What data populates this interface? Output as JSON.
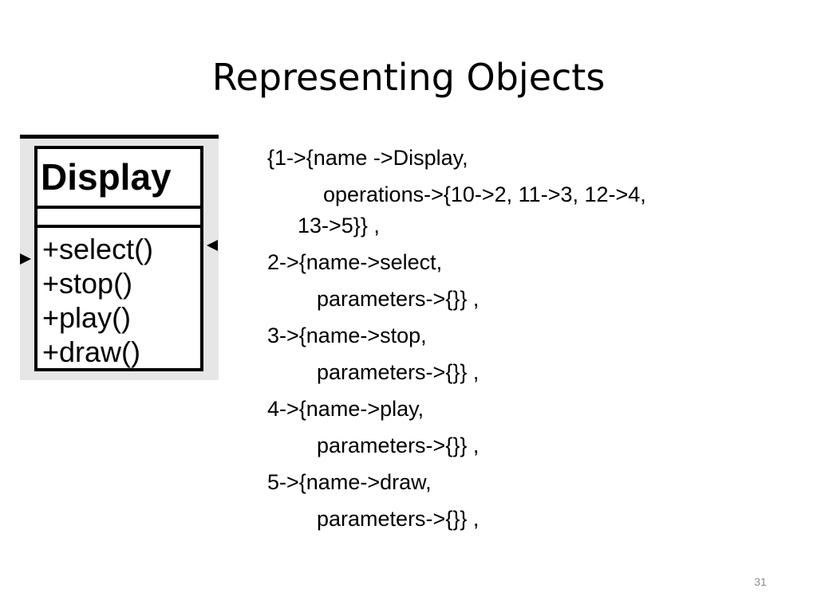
{
  "slide": {
    "title": "Representing Objects",
    "page_number": "31"
  },
  "uml": {
    "class_name": "Display",
    "operations": [
      "+select()",
      "+stop()",
      "+play()",
      "+draw()"
    ]
  },
  "code_lines": [
    "{1->{name ->Display,",
    "operations->{10->2, 11->3, 12->4,",
    "13->5}} ,",
    "2->{name->select,",
    "parameters->{}} ,",
    "3->{name->stop,",
    "parameters->{}} ,",
    "4->{name->play,",
    "parameters->{}} ,",
    "5->{name->draw,",
    "parameters->{}} ,"
  ]
}
